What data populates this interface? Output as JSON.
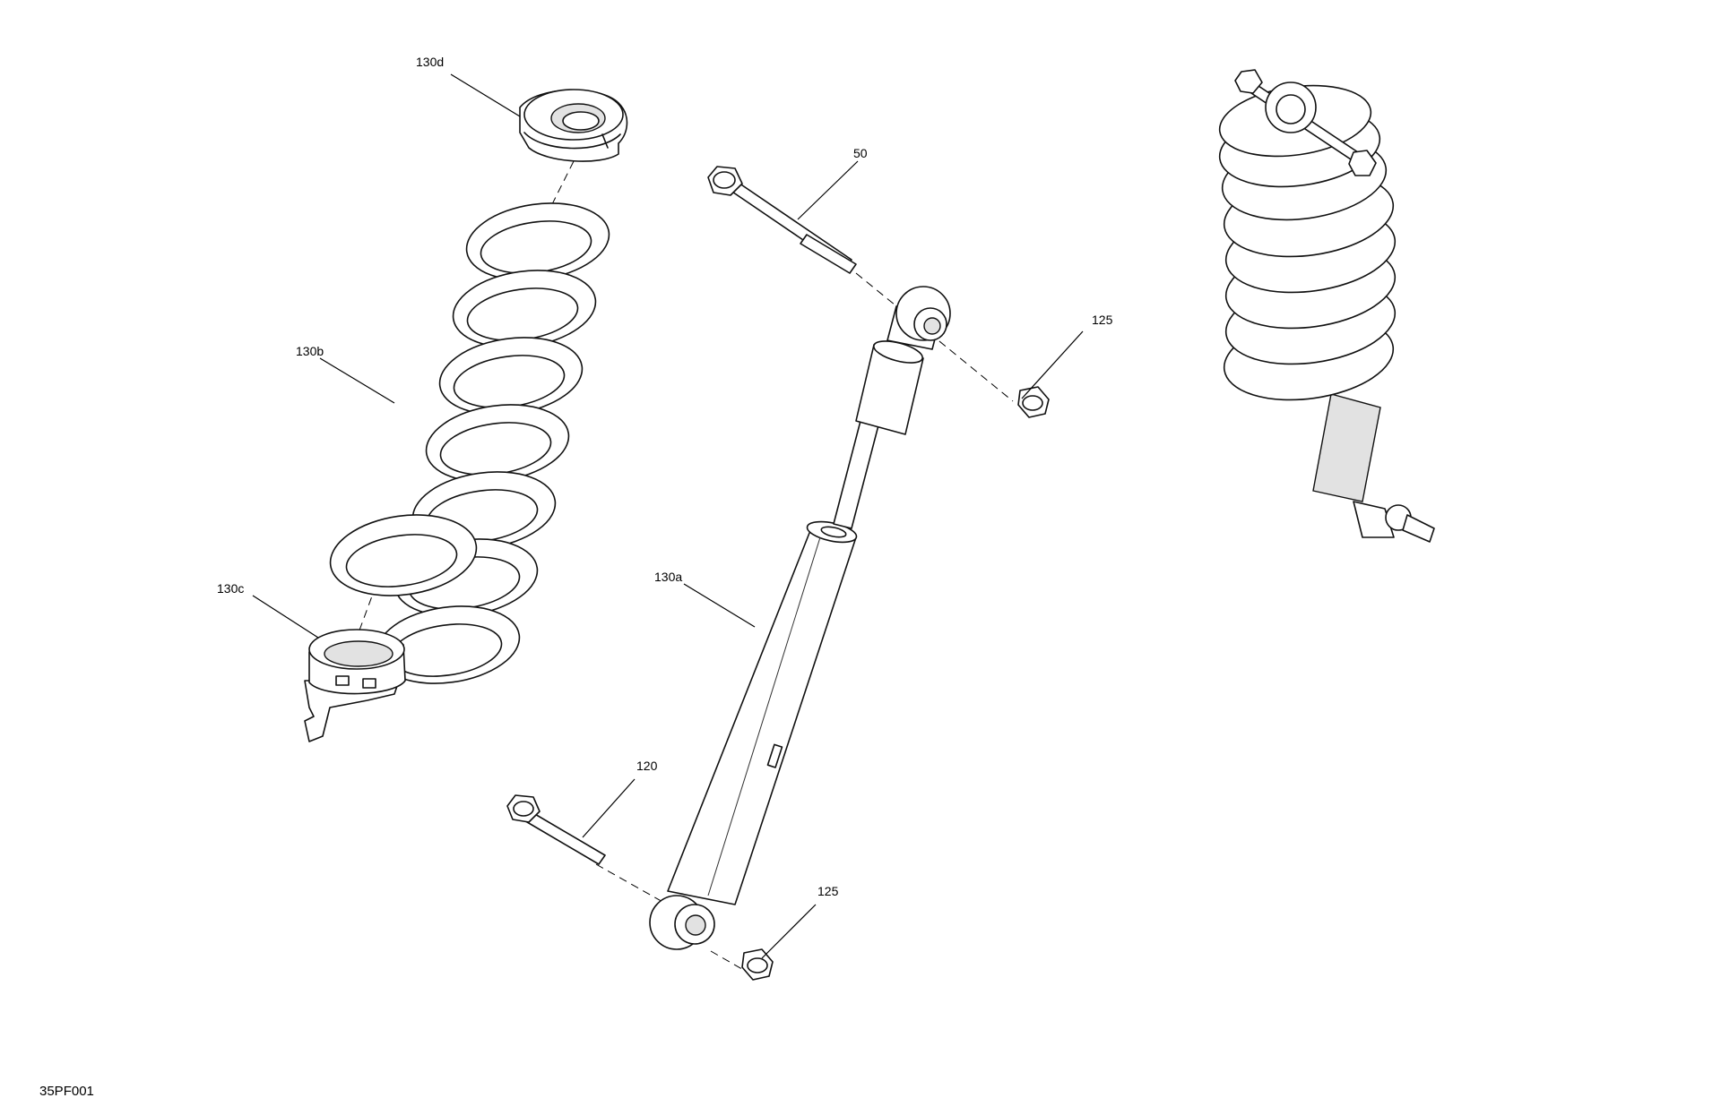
{
  "callouts": {
    "spring_seat_upper": "130d",
    "spring": "130b",
    "spring_seat_lower": "130c",
    "shock_body": "130a",
    "upper_bolt": "50",
    "upper_nut": "125",
    "lower_bolt": "120",
    "lower_nut": "125"
  },
  "drawing_ref": "35PF001"
}
